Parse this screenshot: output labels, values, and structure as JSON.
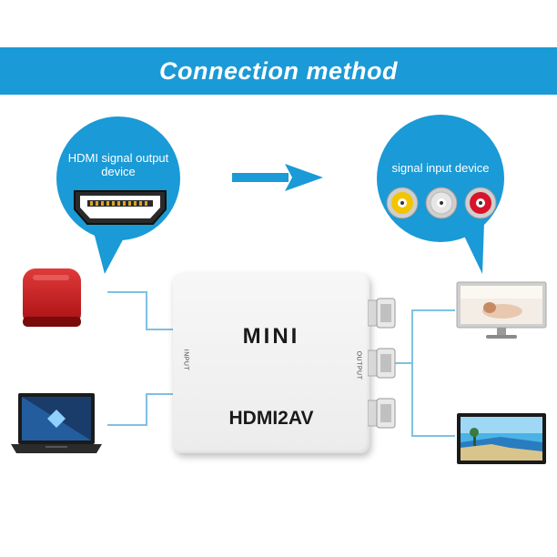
{
  "header": {
    "title": "Connection method"
  },
  "source_bubble": {
    "label": "HDMI signal output\ndevice",
    "icon": "hdmi-port-icon"
  },
  "target_bubble": {
    "label": "signal input device",
    "icon": "rca-jacks-icon"
  },
  "adapter": {
    "brand": "MINI",
    "model": "HDMI2AV",
    "input_label": "INPUT",
    "output_label": "OUTPUT"
  },
  "colors": {
    "banner": "#1a9ad6",
    "bubble": "#1a9ad6",
    "arrow": "#1a9ad6",
    "rca_yellow": "#f2c500",
    "rca_white": "#e6e6e6",
    "rca_red": "#d7142a"
  },
  "inputs": [
    {
      "icon": "set-top-box-icon"
    },
    {
      "icon": "laptop-icon"
    }
  ],
  "outputs": [
    {
      "icon": "monitor-icon"
    },
    {
      "icon": "tv-icon"
    }
  ]
}
